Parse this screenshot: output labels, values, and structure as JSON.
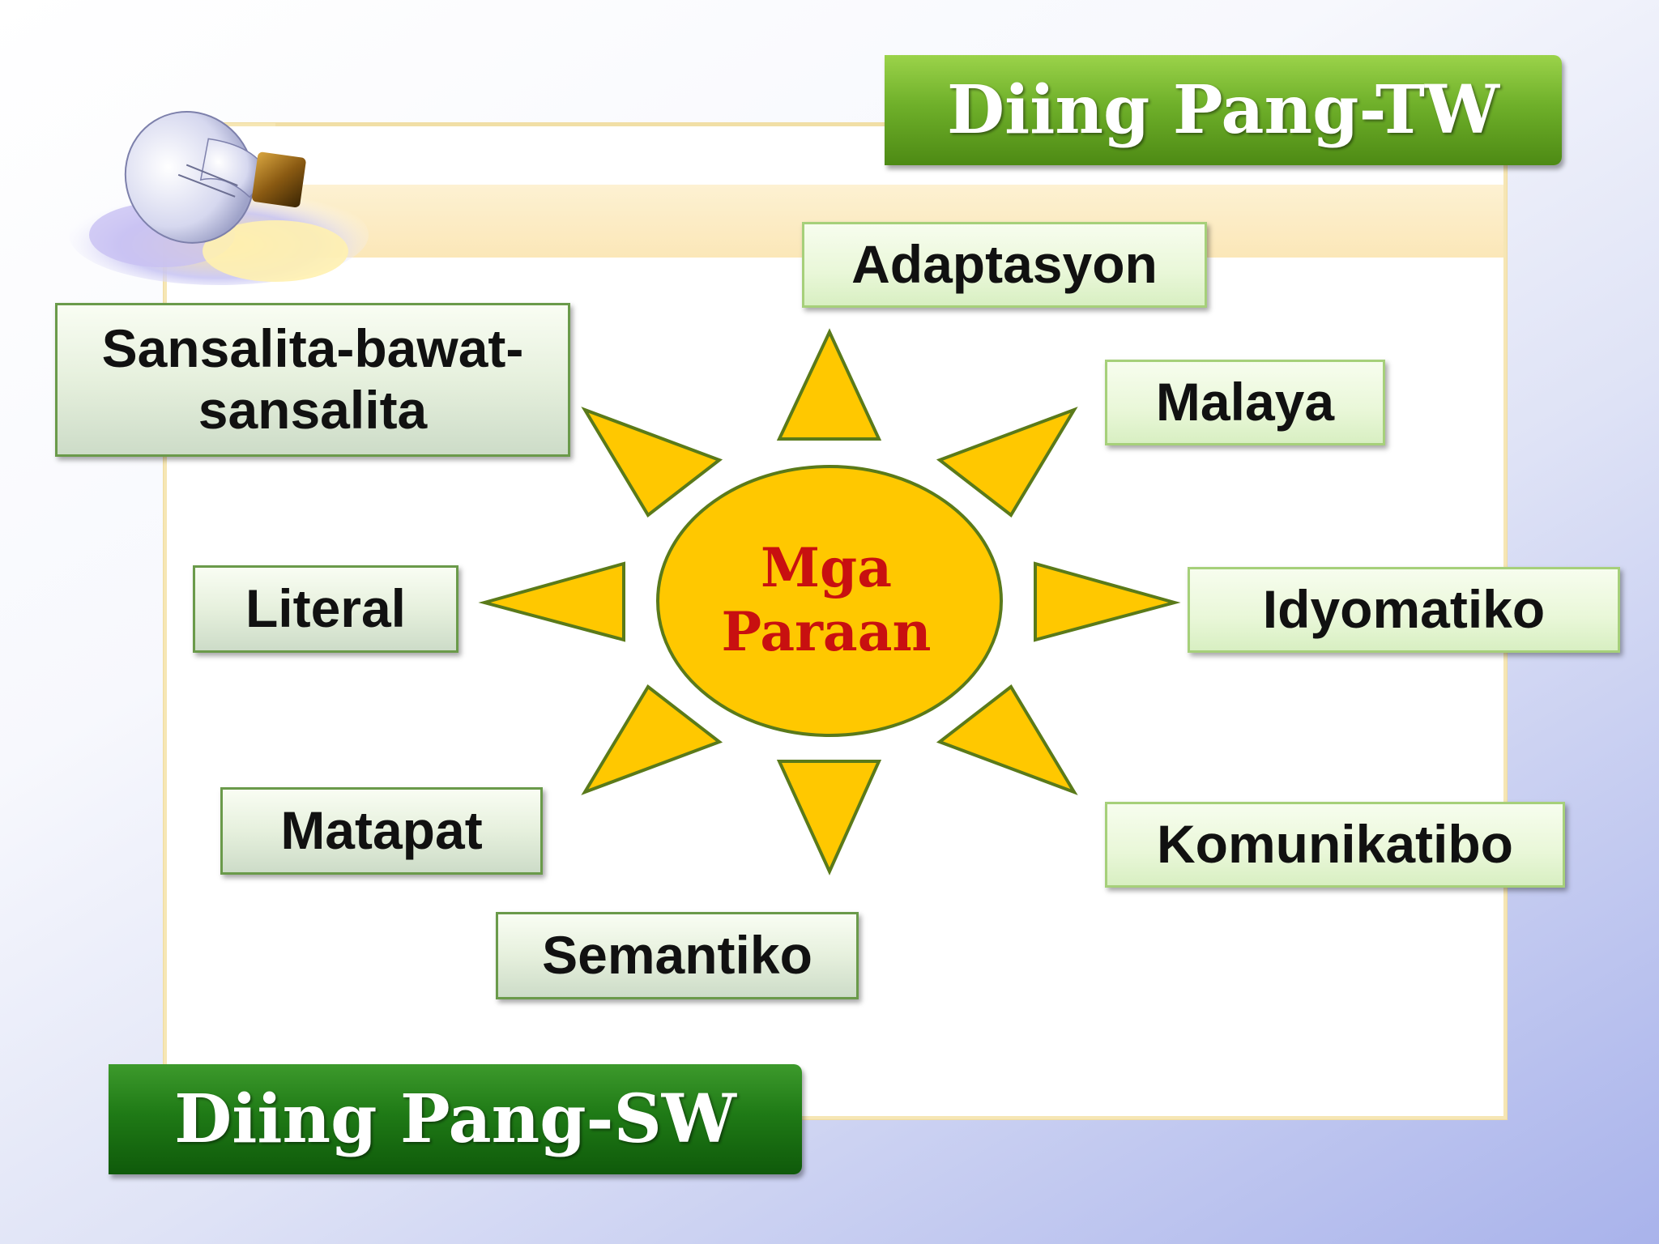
{
  "banners": {
    "top": "Diing Pang-TW",
    "bottom": "Diing Pang-SW"
  },
  "center": {
    "line1": "Mga",
    "line2": "Paraan"
  },
  "methods": {
    "adaptasyon": "Adaptasyon",
    "malaya": "Malaya",
    "idyomatiko": "Idyomatiko",
    "komunikatibo": "Komunikatibo",
    "semantiko": "Semantiko",
    "matapat": "Matapat",
    "literal": "Literal",
    "sansalita_line1": "Sansalita-bawat-",
    "sansalita_line2": "sansalita"
  },
  "colors": {
    "sun_fill": "#ffc800",
    "sun_stroke": "#5a7a1a",
    "center_text": "#c81010",
    "tw_banner": "#6fb02a",
    "sw_banner": "#1f7a16"
  },
  "icons": [
    "light-bulb-icon"
  ]
}
